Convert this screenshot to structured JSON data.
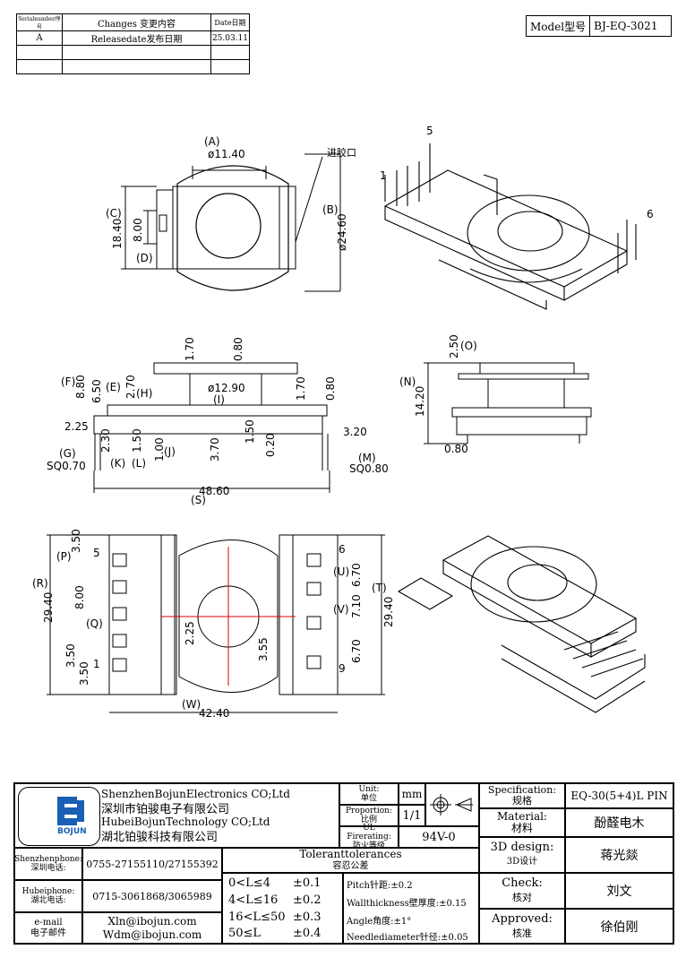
{
  "revision_table": {
    "headers": [
      "Serialnumber序号",
      "Changes 变更内容",
      "Date日期"
    ],
    "rows": [
      [
        "A",
        "Releasedate发布日期",
        "25.03.11"
      ],
      [
        "",
        "",
        ""
      ],
      [
        "",
        "",
        ""
      ]
    ]
  },
  "model": {
    "label": "Model型号",
    "value": "BJ-EQ-3021"
  },
  "top_view": {
    "dims": [
      "(A)",
      "ø11.40",
      "进胶口",
      "(C)",
      "18.40",
      "(D)",
      "8.00",
      "(B)",
      "ø24.60"
    ]
  },
  "front_view": {
    "dims": [
      "1.70",
      "0.80",
      "(F)",
      "8.80",
      "6.50",
      "(E)",
      "2.70",
      "(H)",
      "ø12.90",
      "(I)",
      "1.70",
      "0.80",
      "2.25",
      "3.20",
      "2.30",
      "1.50",
      "1.00",
      "(J)",
      "3.70",
      "1.50",
      "0.20",
      "(G)",
      "SQ0.70",
      "(K)",
      "(L)",
      "(M)",
      "SQ0.80",
      "48.60",
      "(S)"
    ]
  },
  "side_view": {
    "dims": [
      "2.50",
      "(O)",
      "(N)",
      "14.20",
      "0.80"
    ]
  },
  "bottom_view": {
    "dims": [
      "(P)",
      "3.50",
      "(Q)",
      "8.00",
      "(R)",
      "29.40",
      "3.50",
      "3.50",
      "2.25",
      "3.55",
      "(U)",
      "6.70",
      "(V)",
      "7.10",
      "6.70",
      "(T)",
      "29.40",
      "(W)",
      "42.40"
    ],
    "pins_left": [
      "5",
      "1"
    ],
    "pins_right": [
      "6",
      "9"
    ]
  },
  "pin_labels_iso": [
    "5",
    "1",
    "6"
  ],
  "title_block": {
    "company_en1": "ShenzhenBojunElectronics CO;Ltd",
    "company_cn1": "深圳市铂骏电子有限公司",
    "company_en2": "HubeiBojunTechnology CO;Ltd",
    "company_cn2": "湖北铂骏科技有限公司",
    "logo_text": "BOJUN",
    "unit_label_en": "Unit:",
    "unit_label_cn": "单位",
    "unit_value": "mm",
    "proportion_label_en": "Proportion:",
    "proportion_label_cn": "比例",
    "proportion_value": "1/1",
    "ul_label_en": "UL Firerating:",
    "ul_label_cn": "防火等级",
    "ul_value": "94V-0",
    "spec_label_en": "Specification:",
    "spec_label_cn": "规格",
    "spec_value": "EQ-30(5+4)L PIN",
    "material_label_en": "Material:",
    "material_label_cn": "材料",
    "material_value": "酚醛电木",
    "design_label_en": "3D design:",
    "design_label_cn": "3D设计",
    "design_value": "蒋光燚",
    "check_label_en": "Check:",
    "check_label_cn": "核对",
    "check_value": "刘文",
    "approved_label_en": "Approved:",
    "approved_label_cn": "核准",
    "approved_value": "徐伯刚",
    "tolerances_en": "Toleranttolerances",
    "tolerances_cn": "容忍公差",
    "phones": [
      {
        "label_en": "Shenzhenphone:",
        "label_cn": "深圳电话:",
        "value": "0755-27155110/27155392"
      },
      {
        "label_en": "Hubeiphone:",
        "label_cn": "湖北电话:",
        "value": "0715-3061868/3065989"
      },
      {
        "label_en": "e-mail",
        "label_cn": "电子邮件",
        "value1": "Xln@ibojun.com",
        "value2": "Wdm@ibojun.com"
      }
    ],
    "tolerance_rows": [
      {
        "range": "0<L≤4",
        "tol": "±0.1"
      },
      {
        "range": "4<L≤16",
        "tol": "±0.2"
      },
      {
        "range": "16<L≤50",
        "tol": "±0.3"
      },
      {
        "range": "50≤L",
        "tol": "±0.4"
      }
    ],
    "notes": [
      "Pitch针距:±0.2",
      "Wallthickness壁厚度:±0.15",
      "Angle角度:±1°",
      "Needlediameter针径:±0.05"
    ]
  }
}
